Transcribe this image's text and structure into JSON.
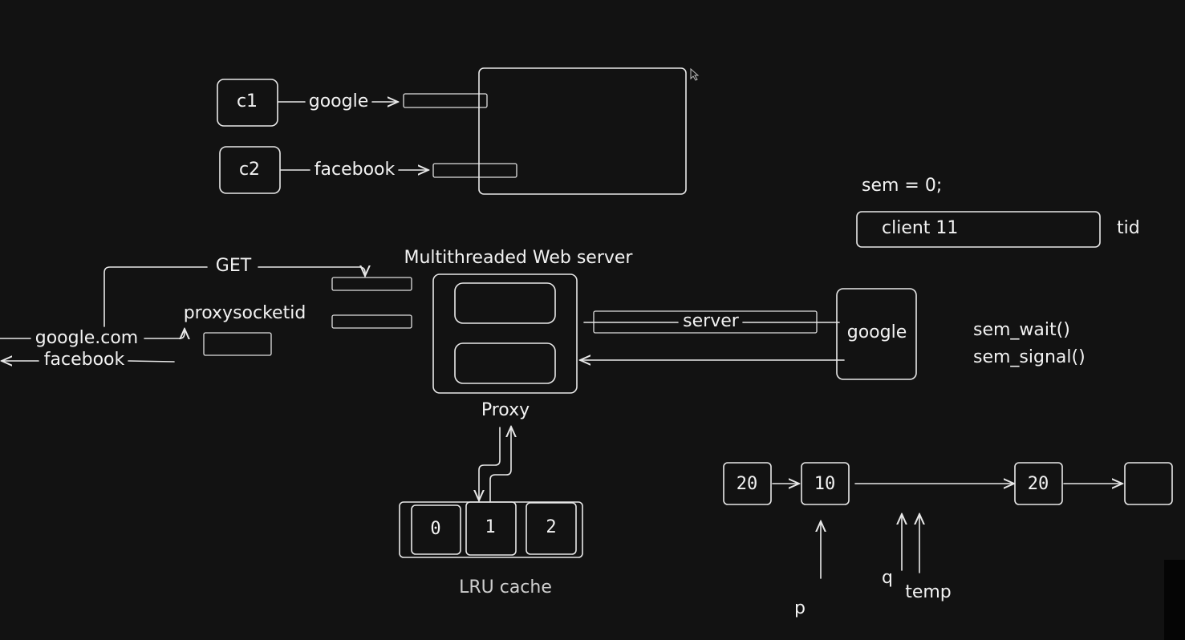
{
  "clients": {
    "c1": "c1",
    "c2": "c2",
    "google": "google",
    "facebook": "facebook"
  },
  "proxy_flow": {
    "get": "GET",
    "proxysocketid": "proxysocketid",
    "google_com": "google.com",
    "facebook": "facebook",
    "server_title": "Multithreaded Web server",
    "proxy": "Proxy",
    "server_link": "server",
    "remote_server": "google"
  },
  "cache": {
    "slots": [
      "0",
      "1",
      "2"
    ],
    "label": "LRU cache"
  },
  "semaphore": {
    "init": "sem = 0;",
    "client_box": "client 11",
    "tid": "tid",
    "wait": "sem_wait()",
    "signal": "sem_signal()"
  },
  "linked_list": {
    "nodes": [
      "20",
      "10",
      "20",
      ""
    ],
    "pointers": {
      "p": "p",
      "q": "q",
      "temp": "temp"
    }
  }
}
